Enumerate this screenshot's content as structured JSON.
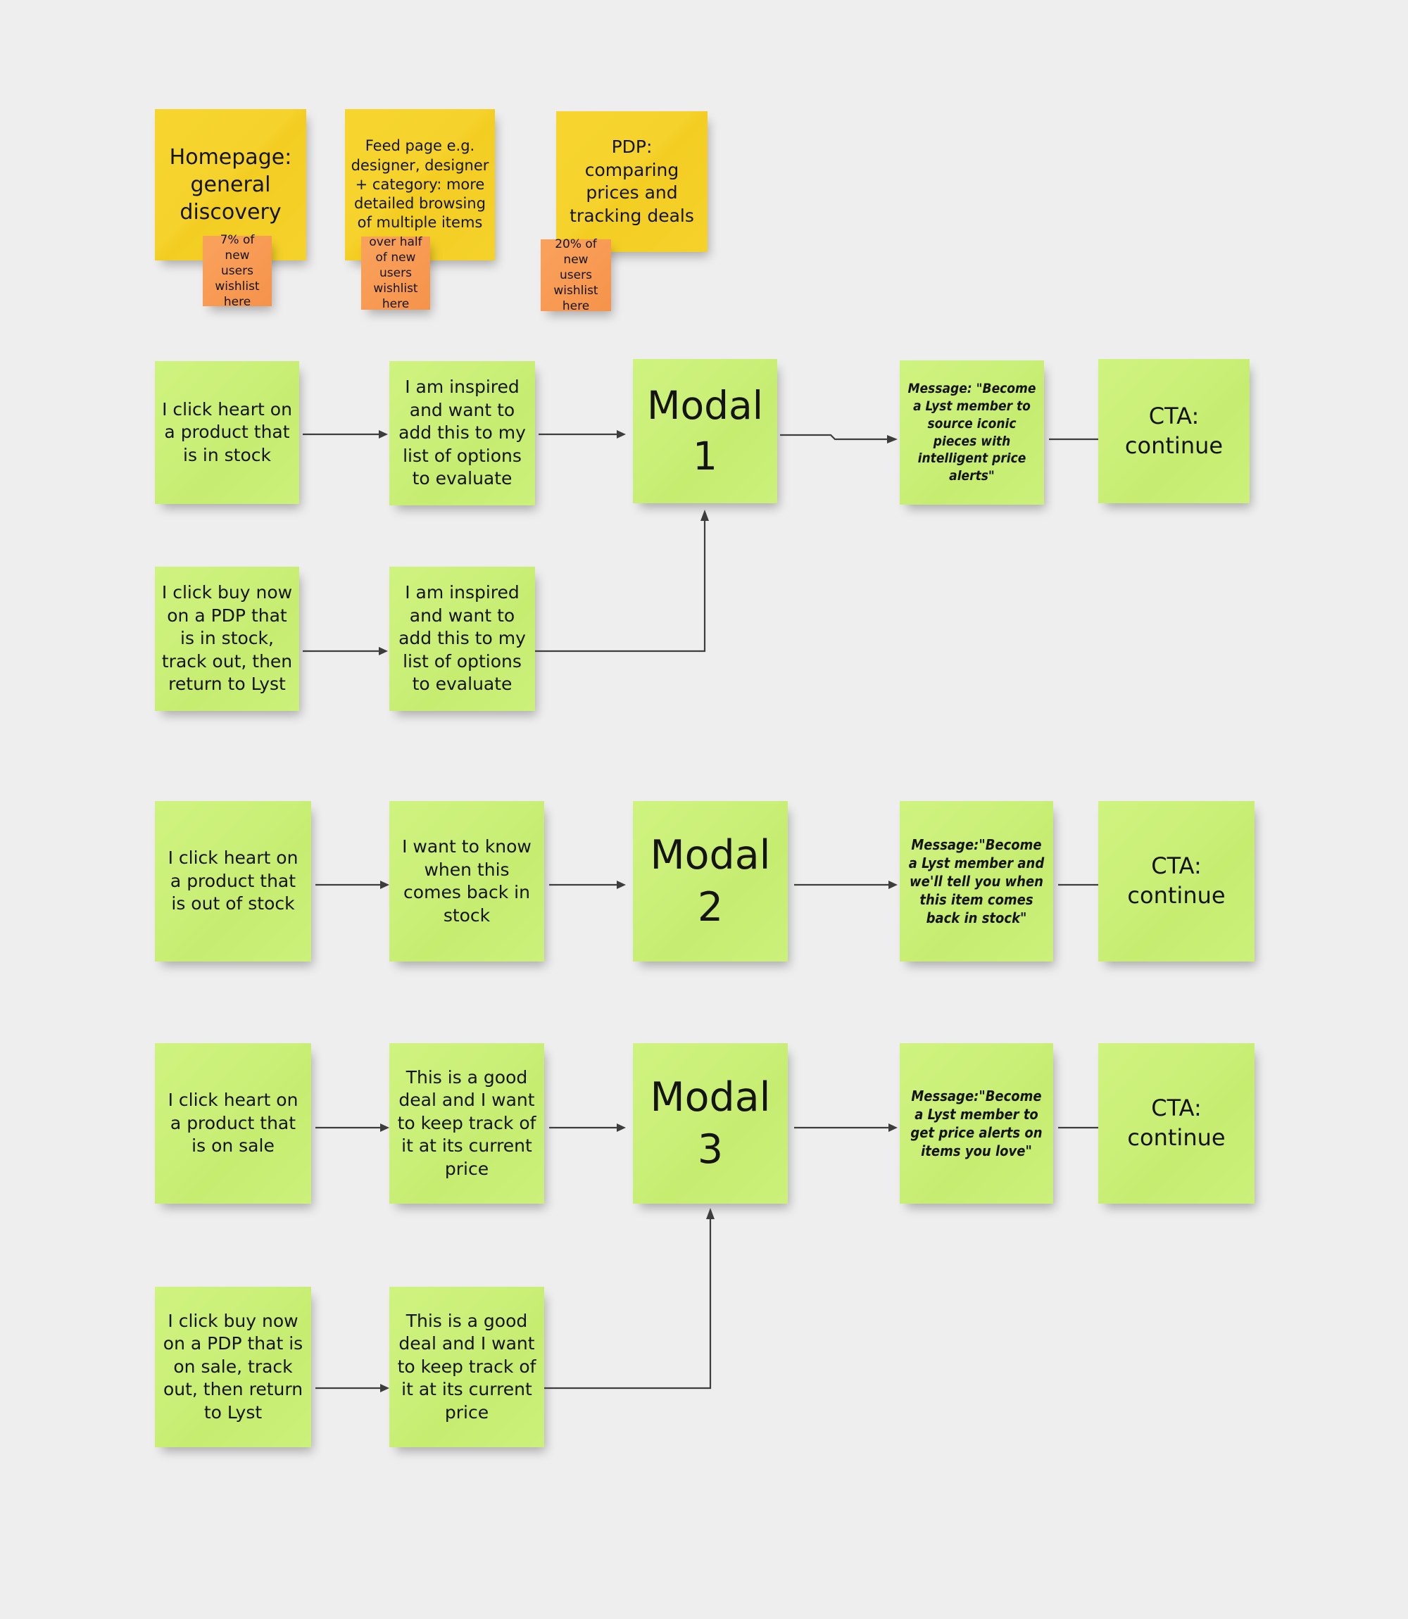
{
  "board": {
    "title": "Wishlist modal user-flow board",
    "background_color": "#efeeee",
    "colors": {
      "yellow_note": "#f5d22b",
      "orange_note": "#f89a53",
      "green_note": "#caef77",
      "arrow": "#3d3d3d",
      "text": "#141414"
    }
  },
  "context_notes": [
    {
      "id": "homepage",
      "text": "Homepage: general discovery",
      "color": "yellow",
      "stat": {
        "text": "7% of new users wishlist here",
        "color": "orange"
      }
    },
    {
      "id": "feed-page",
      "text": "Feed page e.g. designer, designer + category: more detailed browsing of multiple items",
      "color": "yellow",
      "stat": {
        "text": "over half of new users wishlist here",
        "color": "orange"
      }
    },
    {
      "id": "pdp",
      "text": "PDP: comparing prices and tracking deals",
      "color": "yellow",
      "stat": {
        "text": "20% of new users wishlist here",
        "color": "orange"
      }
    }
  ],
  "flows": [
    {
      "id": "flow-modal-1",
      "modal_label_line1": "Modal",
      "modal_label_line2": "1",
      "primary_row": {
        "trigger": "I click heart on a product that is in stock",
        "intent": "I am inspired and want to add this to my list of options to evaluate",
        "message": "Message: \"Become a Lyst member to source iconic pieces with intelligent price alerts\"",
        "cta": "CTA: continue"
      },
      "secondary_row": {
        "trigger": "I click buy now on a PDP that is in stock, track out, then return to Lyst",
        "intent": "I am inspired and want to add this to my list of options to evaluate"
      }
    },
    {
      "id": "flow-modal-2",
      "modal_label_line1": "Modal",
      "modal_label_line2": "2",
      "primary_row": {
        "trigger": "I click heart on a product that is out of stock",
        "intent": "I want to know when this comes back in stock",
        "message": "Message:\"Become a Lyst member and we'll tell you when this item comes back in stock\"",
        "cta": "CTA: continue"
      },
      "secondary_row": null
    },
    {
      "id": "flow-modal-3",
      "modal_label_line1": "Modal",
      "modal_label_line2": "3",
      "primary_row": {
        "trigger": "I click heart on a product that is on sale",
        "intent": "This is a good deal and I want to keep track of it at its current price",
        "message": "Message:\"Become a Lyst member to get price alerts on items you love\"",
        "cta": "CTA: continue"
      },
      "secondary_row": {
        "trigger": "I click buy now on a PDP that is on sale, track out, then return to Lyst",
        "intent": "This is a good deal and I want to keep track of it at its current price"
      }
    }
  ]
}
